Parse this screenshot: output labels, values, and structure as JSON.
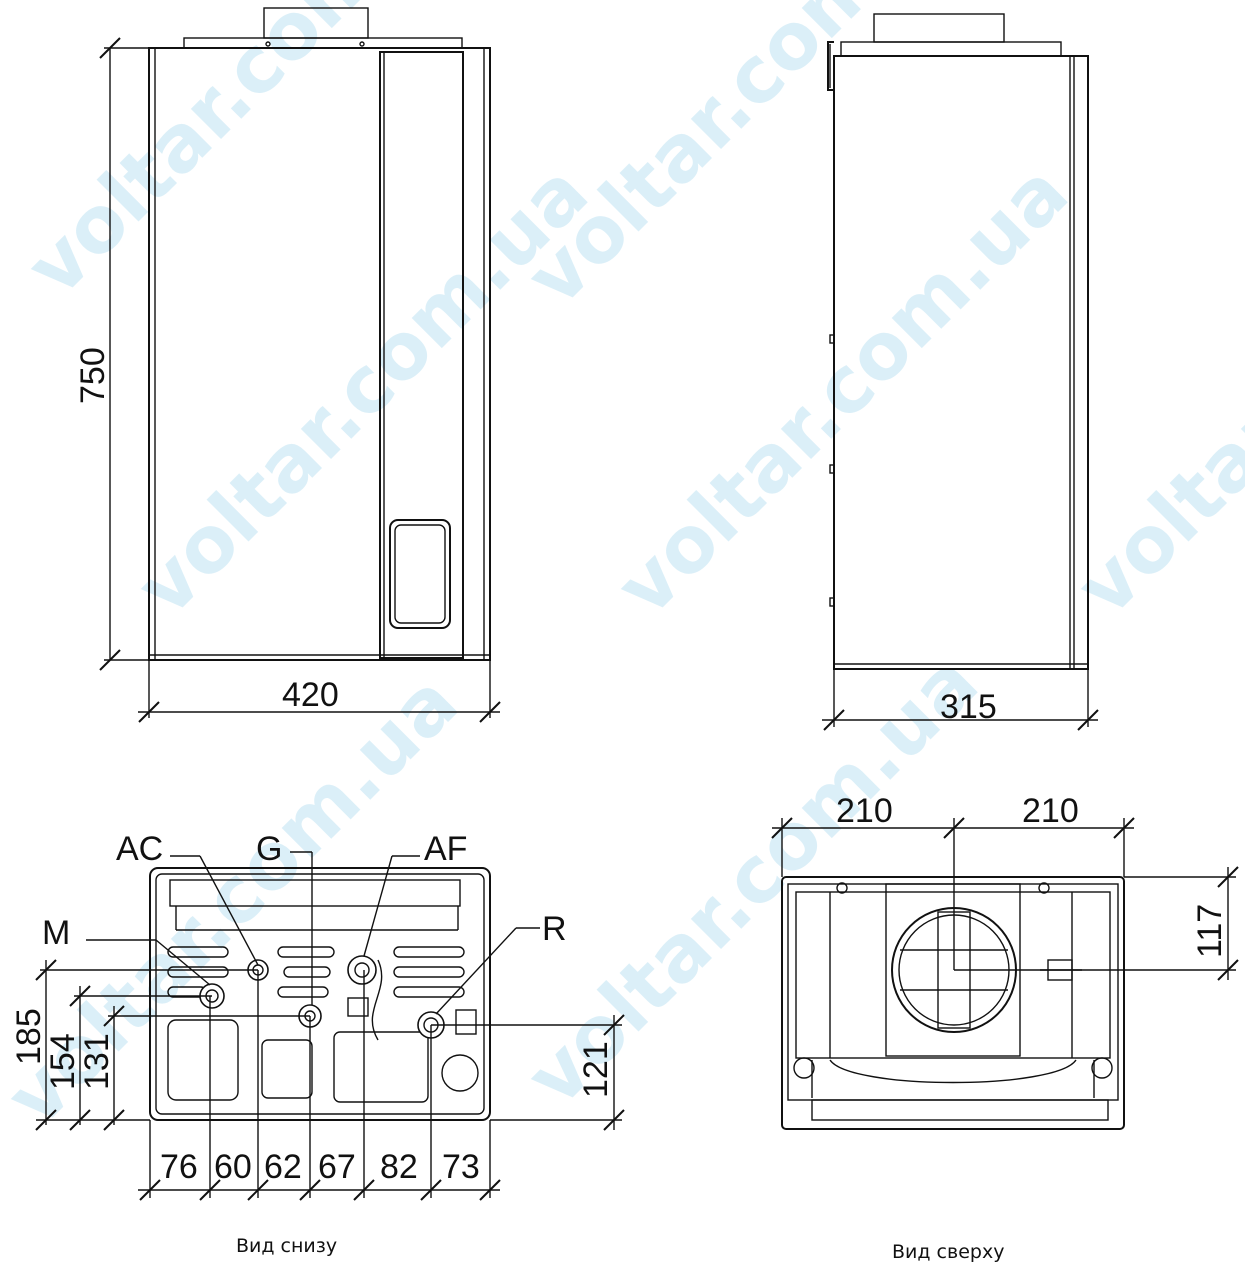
{
  "watermark": "voltar.com.ua",
  "front_view": {
    "height_dim": "750",
    "width_dim": "420"
  },
  "side_view": {
    "depth_dim": "315"
  },
  "bottom_view": {
    "labels": {
      "ac": "AC",
      "g": "G",
      "af": "AF",
      "m": "M",
      "r": "R"
    },
    "vertical_dims": [
      "185",
      "154",
      "131",
      "121"
    ],
    "horizontal_dims": [
      "76",
      "60",
      "62",
      "67",
      "82",
      "73"
    ],
    "caption": "Вид снизу"
  },
  "top_view": {
    "left_dim": "210",
    "right_dim": "210",
    "flue_offset_dim": "117",
    "caption": "Вид сверху"
  }
}
